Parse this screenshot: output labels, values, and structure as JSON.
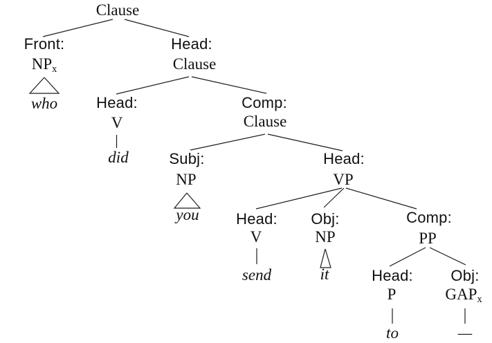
{
  "figure": {
    "description": "Syntax tree for the sentence: who did you send it to",
    "colors": {
      "background": "#ffffff",
      "text": "#101010",
      "line": "#1c1c1c"
    },
    "tree": {
      "root": {
        "category": "Clause"
      },
      "front": {
        "role": "Front:",
        "category": "NP",
        "subscript": "x",
        "terminal": "who"
      },
      "head_clause": {
        "role": "Head:",
        "category": "Clause"
      },
      "head_v_did": {
        "role": "Head:",
        "category": "V",
        "terminal": "did"
      },
      "comp_clause": {
        "role": "Comp:",
        "category": "Clause"
      },
      "subj_np": {
        "role": "Subj:",
        "category": "NP",
        "terminal": "you"
      },
      "head_vp": {
        "role": "Head:",
        "category": "VP"
      },
      "head_v_send": {
        "role": "Head:",
        "category": "V",
        "terminal": "send"
      },
      "obj_np": {
        "role": "Obj:",
        "category": "NP",
        "terminal": "it"
      },
      "comp_pp": {
        "role": "Comp:",
        "category": "PP"
      },
      "head_p": {
        "role": "Head:",
        "category": "P",
        "terminal": "to"
      },
      "obj_gap": {
        "role": "Obj:",
        "category": "GAP",
        "subscript": "x",
        "terminal": "—"
      }
    }
  }
}
